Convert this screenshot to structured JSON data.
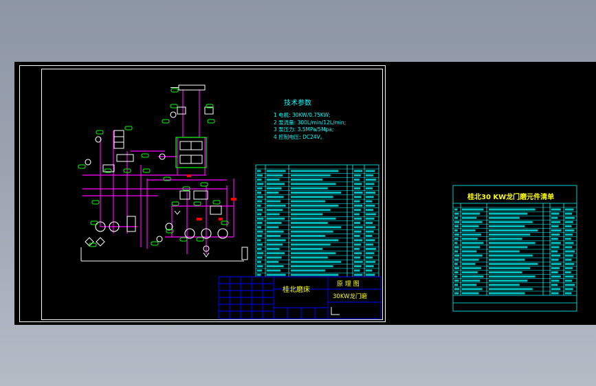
{
  "tech": {
    "title": "技术参数",
    "items": [
      {
        "n": "1",
        "label": "电机",
        "value": "30KW/0.75KW;"
      },
      {
        "n": "2",
        "label": "泵流量",
        "value": "300L/min/12L/min;"
      },
      {
        "n": "3",
        "label": "泵压力",
        "value": "3.5MPa/5Mpa;"
      },
      {
        "n": "4",
        "label": "控制电压",
        "value": "DC24V。"
      }
    ]
  },
  "title_block": {
    "company": "桂北磨床",
    "drawing_type": "原 理 图",
    "product": "30KW龙门磨"
  },
  "bom": {
    "title": "桂北30 KW龙门磨元件清单"
  },
  "colors": {
    "background": "#000000",
    "frame": "#ffffff",
    "table": "#00ffff",
    "circuit": "#ff00ff",
    "component": "#00ff00",
    "text": "#ffff00",
    "warning": "#ff0000"
  }
}
